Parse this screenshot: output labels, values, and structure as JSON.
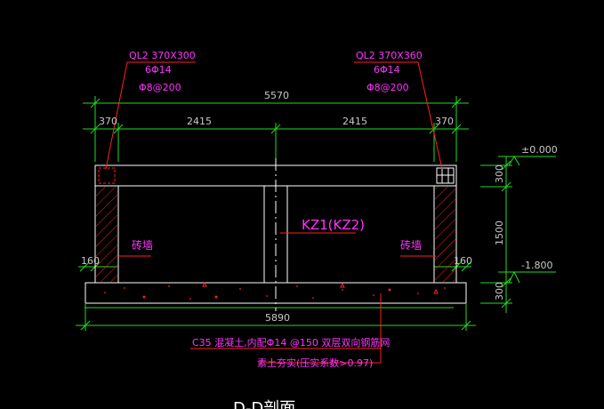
{
  "callouts": {
    "left_beam": {
      "title": "QL2 370X300",
      "rebar": "6Φ14",
      "stirrup": "Φ8@200"
    },
    "right_beam": {
      "title": "QL2 370X360",
      "rebar": "6Φ14",
      "stirrup": "Φ8@200"
    },
    "column": "KZ1(KZ2)",
    "brick_wall_left": "砖墙",
    "brick_wall_right": "砖墙"
  },
  "dimensions": {
    "total_top": "5570",
    "seg_left": "370",
    "seg_mid_left": "2415",
    "seg_mid_right": "2415",
    "seg_right": "370",
    "total_bottom": "5890",
    "offset_left": "160",
    "offset_right": "160",
    "vert_top": "300",
    "vert_mid": "1500",
    "vert_bottom": "300"
  },
  "elevations": {
    "top": "±0.000",
    "bottom": "-1.800"
  },
  "notes": {
    "slab": "C35 混凝土,内配Φ14 @150 双层双向钢筋网",
    "fill": "素土夯实(压实系数>0.97)"
  },
  "section_title": "D-D剖面",
  "colors": {
    "background": "#000000",
    "dimension": "#22dd22",
    "annotation": "#ff33ff",
    "outline": "#ffffff",
    "hatch": "#ff2020"
  }
}
